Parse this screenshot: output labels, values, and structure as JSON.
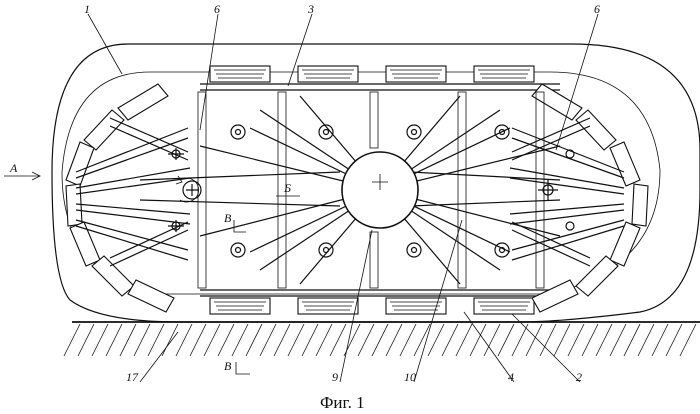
{
  "figure": {
    "caption": "Фиг. 1",
    "labels": {
      "l1": "1",
      "l2": "2",
      "l3": "3",
      "l4": "4",
      "l6a": "6",
      "l6b": "6",
      "l9": "9",
      "l10": "10",
      "l17": "17"
    },
    "section_marks": {
      "a": "А",
      "b": "Б",
      "v_top": "В",
      "v_bottom": "В"
    }
  }
}
